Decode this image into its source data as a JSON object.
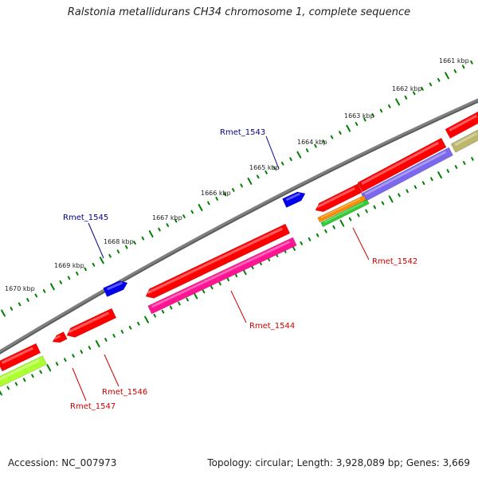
{
  "header": {
    "title": "Ralstonia metallidurans CH34 chromosome 1, complete sequence"
  },
  "footer": {
    "accession": "Accession: NC_007973",
    "info": "Topology: circular; Length: 3,928,089 bp; Genes: 3,669"
  },
  "scale_ticks": [
    "1661 kbp",
    "1662 kbp",
    "1663 kbp",
    "1664 kbp",
    "1665 kbp",
    "1666 kbp",
    "1667 kbp",
    "1668 kbp",
    "1669 kbp",
    "1670 kbp"
  ],
  "gene_labels": [
    "Rmet_1543",
    "Rmet_1545",
    "Rmet_1542",
    "Rmet_1544",
    "Rmet_1546",
    "Rmet_1547"
  ],
  "colors": {
    "backbone": "#808080",
    "gene_red": "#ff0000",
    "gene_blue": "#0000ee",
    "gene_magenta": "#ff1493",
    "gene_purple": "#7b68ee",
    "gene_orange": "#ff8c00",
    "gene_green": "#32cd32",
    "gene_yellowgreen": "#adff2f",
    "gene_khaki": "#bdb76b",
    "tick_green": "#008000",
    "label_blue": "#00008b",
    "label_red": "#cc0000"
  }
}
